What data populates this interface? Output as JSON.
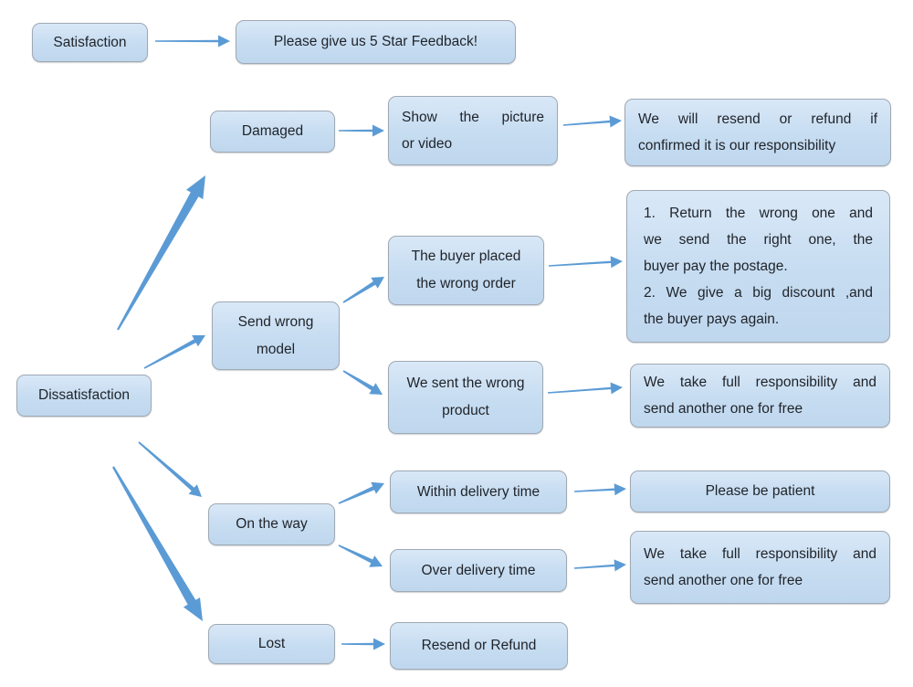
{
  "diagram": {
    "type": "flowchart",
    "colors": {
      "node_fill": "#c9ddf1",
      "node_border": "#9fa9b3",
      "arrow": "#5b9bd5",
      "text": "#1f2329",
      "background": "#ffffff"
    },
    "nodes": {
      "satisfaction": {
        "label": "Satisfaction"
      },
      "feedback": {
        "label": "Please give us 5 Star Feedback!"
      },
      "damaged": {
        "label": "Damaged"
      },
      "show_picture": {
        "lines": [
          "Show the picture",
          "or video"
        ]
      },
      "confirmed_resend": {
        "lines": [
          "We will resend or refund if",
          "confirmed it is our responsibility"
        ]
      },
      "return_discount": {
        "lines": [
          "1. Return the wrong one and",
          "we send the right one, the",
          "buyer pay the postage.",
          "2. We give a big discount ,and",
          "the buyer pays again."
        ]
      },
      "buyer_placed": {
        "lines": [
          "The buyer placed",
          "the wrong order"
        ]
      },
      "send_wrong_model": {
        "lines": [
          "Send wrong",
          "model"
        ]
      },
      "dissatisfaction": {
        "label": "Dissatisfaction"
      },
      "we_sent_wrong": {
        "lines": [
          "We sent the wrong",
          "product"
        ]
      },
      "full_resp_1": {
        "lines": [
          "We take full responsibility and",
          "send another one for free"
        ]
      },
      "on_the_way": {
        "label": "On the way"
      },
      "within_delivery": {
        "label": "Within delivery time"
      },
      "be_patient": {
        "label": "Please be patient"
      },
      "over_delivery": {
        "label": "Over delivery time"
      },
      "full_resp_2": {
        "lines": [
          "We take full responsibility and",
          "send another one for free"
        ]
      },
      "lost": {
        "label": "Lost"
      },
      "resend_refund": {
        "label": "Resend or Refund"
      }
    },
    "edges": [
      {
        "from": "satisfaction",
        "to": "feedback"
      },
      {
        "from": "dissatisfaction",
        "to": "damaged"
      },
      {
        "from": "dissatisfaction",
        "to": "send_wrong_model"
      },
      {
        "from": "dissatisfaction",
        "to": "on_the_way"
      },
      {
        "from": "dissatisfaction",
        "to": "lost"
      },
      {
        "from": "damaged",
        "to": "show_picture"
      },
      {
        "from": "show_picture",
        "to": "confirmed_resend"
      },
      {
        "from": "send_wrong_model",
        "to": "buyer_placed"
      },
      {
        "from": "send_wrong_model",
        "to": "we_sent_wrong"
      },
      {
        "from": "buyer_placed",
        "to": "return_discount"
      },
      {
        "from": "we_sent_wrong",
        "to": "full_resp_1"
      },
      {
        "from": "on_the_way",
        "to": "within_delivery"
      },
      {
        "from": "on_the_way",
        "to": "over_delivery"
      },
      {
        "from": "within_delivery",
        "to": "be_patient"
      },
      {
        "from": "over_delivery",
        "to": "full_resp_2"
      },
      {
        "from": "lost",
        "to": "resend_refund"
      }
    ]
  }
}
